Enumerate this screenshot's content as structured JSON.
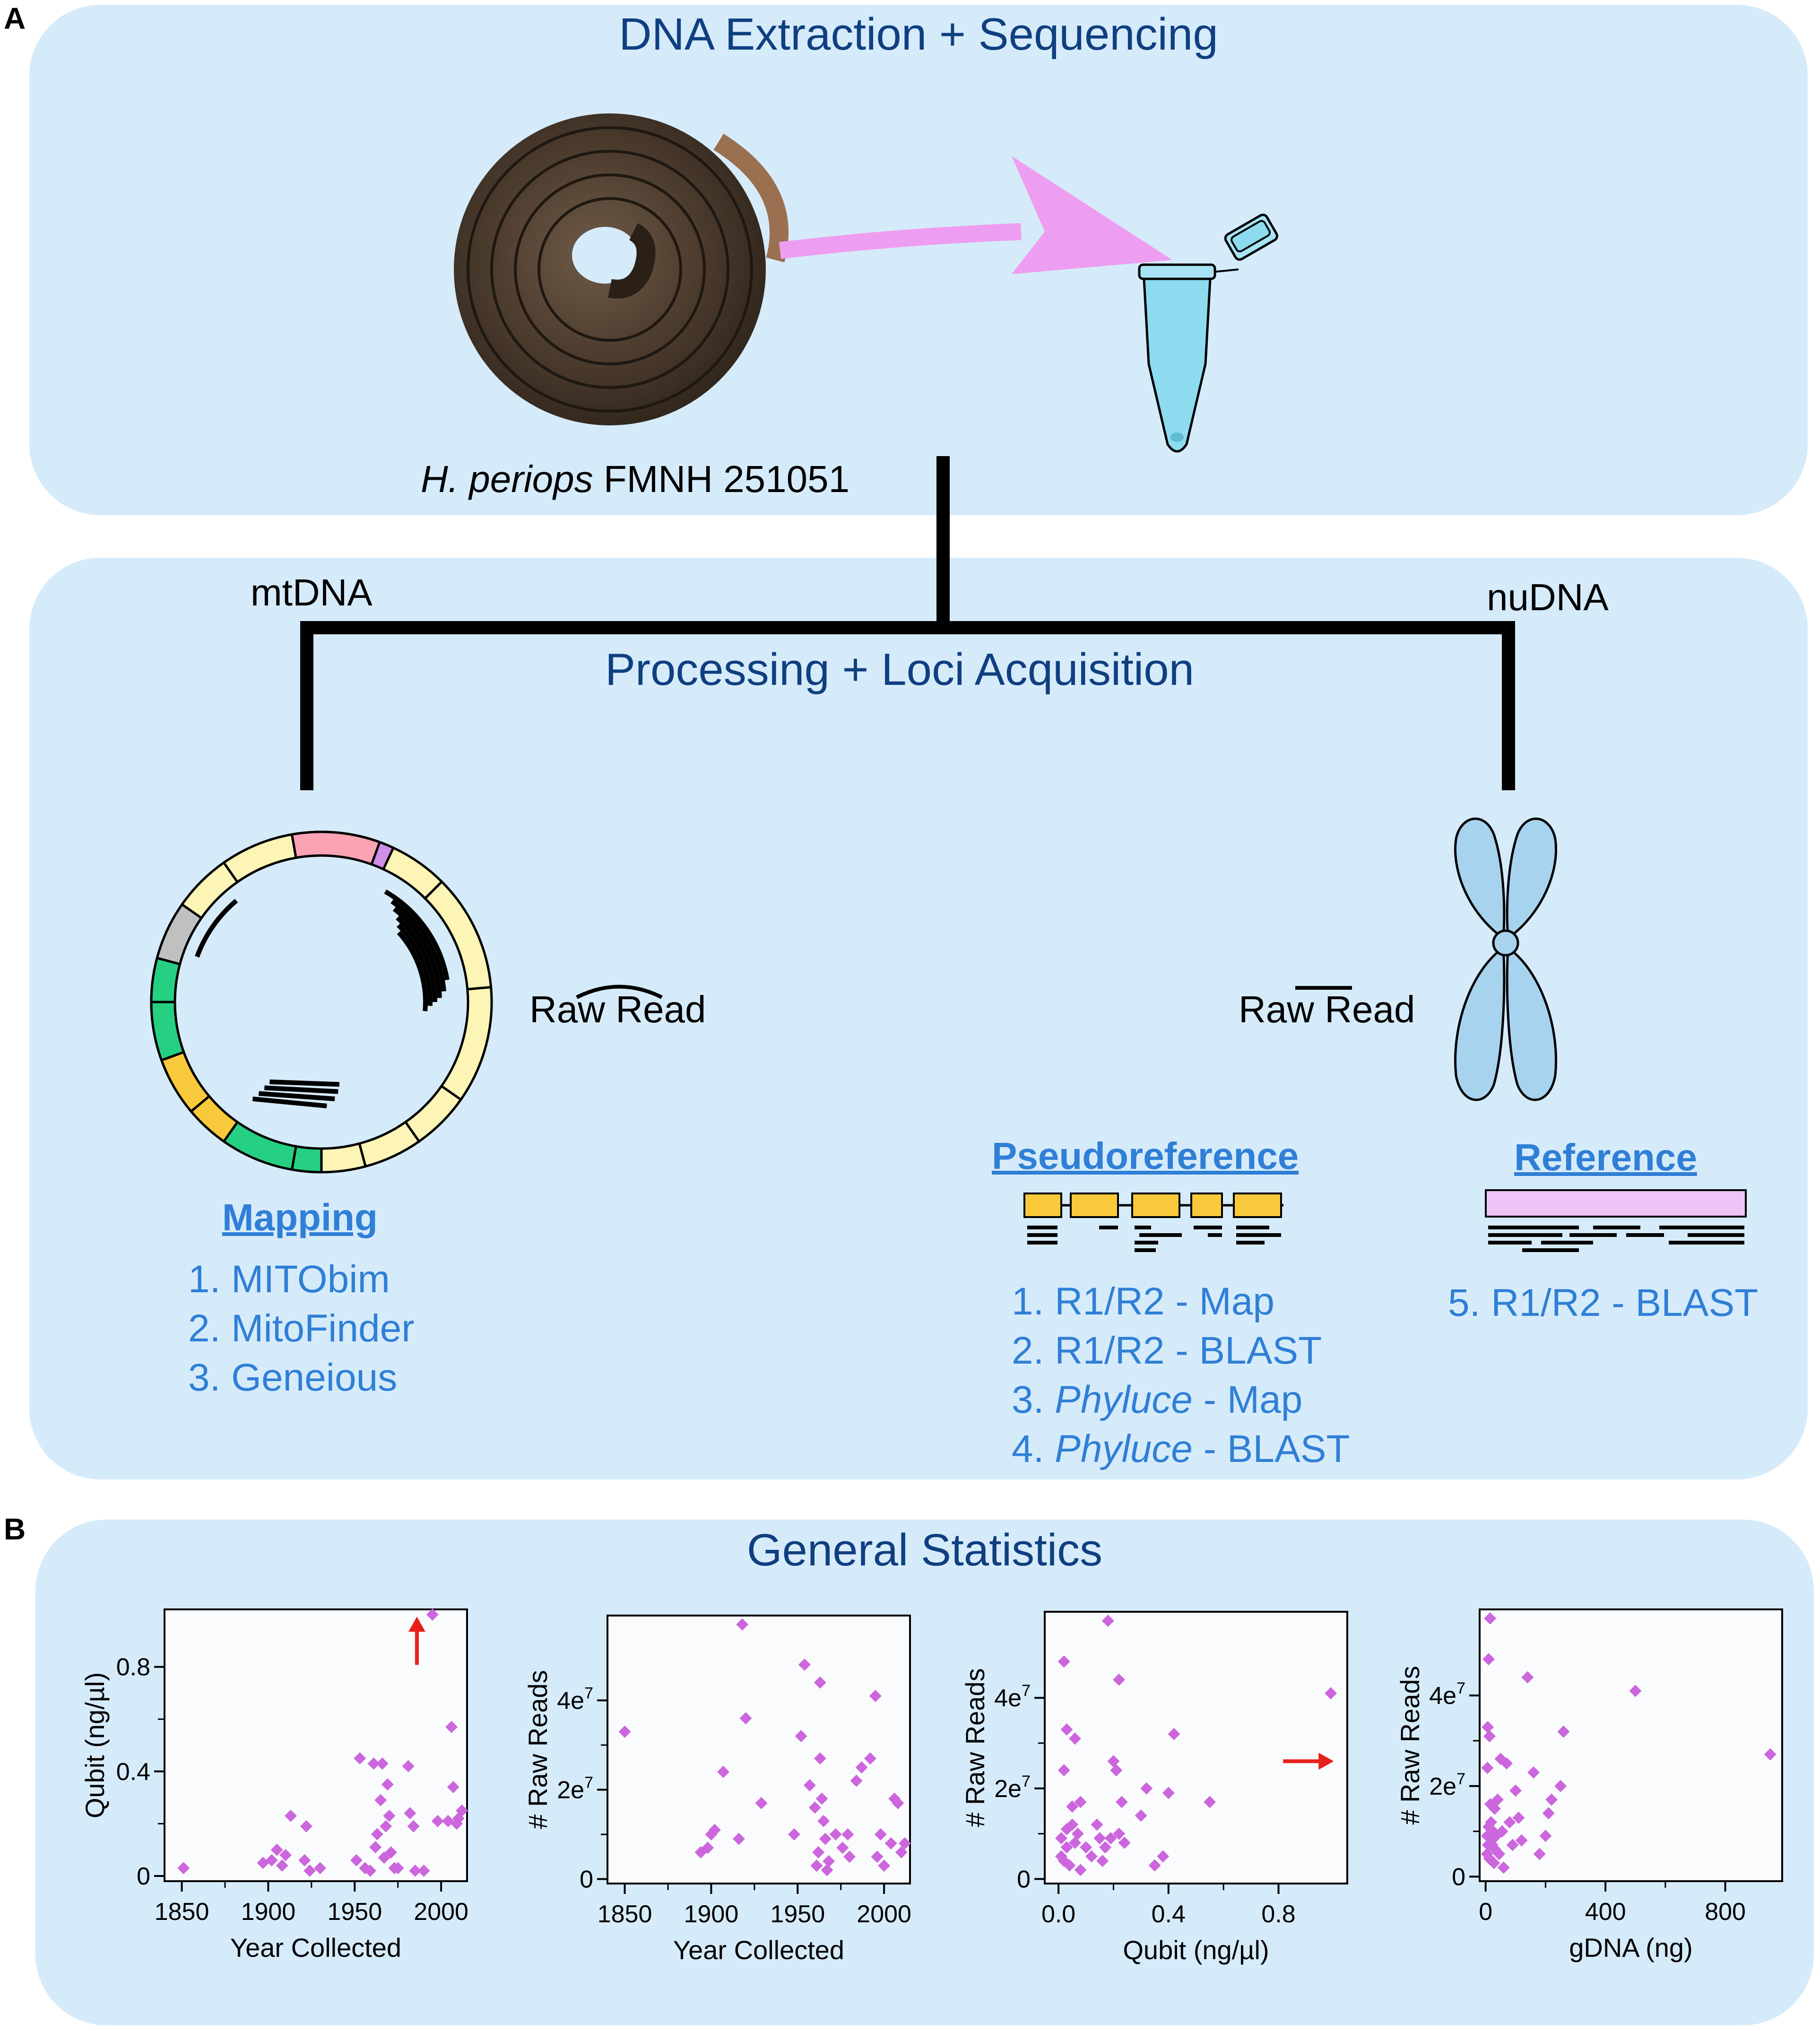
{
  "panel_a": {
    "letter": "A",
    "title_top": "DNA Extraction + Sequencing",
    "specimen_italic": "H. periops",
    "specimen_rest": " FMNH 251051",
    "title_mid": "Processing + Loci Acquisition",
    "mtdna_label": "mtDNA",
    "nudna_label": "nuDNA",
    "raw_read_left": "Raw Read",
    "raw_read_right": "Raw Read",
    "mapping": {
      "header": "Mapping",
      "items": [
        "1. MITObim",
        "2. MitoFinder",
        "3. Geneious"
      ]
    },
    "pseudoreference": {
      "header": "Pseudoreference",
      "items": [
        {
          "num": "1. ",
          "italic": "",
          "rest": "R1/R2 - Map"
        },
        {
          "num": "2. ",
          "italic": "",
          "rest": "R1/R2 - BLAST"
        },
        {
          "num": "3. ",
          "italic": "Phyluce",
          "rest": " - Map"
        },
        {
          "num": "4. ",
          "italic": "Phyluce",
          "rest": " - BLAST"
        }
      ]
    },
    "reference": {
      "header": "Reference",
      "items": [
        "5. R1/R2 - BLAST"
      ]
    },
    "colors": {
      "panel_bg": "#d6ebfa",
      "title": "#0f3f80",
      "method_blue": "#2f7fd6",
      "arrow_pink": "#ee9ef0",
      "chromosome": "#a7d3ef",
      "locus_yellow": "#f8c93b",
      "reference_pink": "#ecc4f5"
    }
  },
  "panel_b": {
    "letter": "B",
    "title": "General Statistics",
    "marker_color": "#cc66dd",
    "arrow_color": "#e8201a"
  },
  "chart_data": [
    {
      "type": "scatter",
      "xlabel": "Year Collected",
      "ylabel": "Qubit (ng/µl)",
      "xlim": [
        1840,
        2015
      ],
      "ylim": [
        -0.02,
        1.02
      ],
      "xticks": [
        1850,
        1900,
        1950,
        2000
      ],
      "xtick_labels": [
        "1850",
        "1900",
        "1950",
        "2000"
      ],
      "yticks": [
        0,
        0.4,
        0.8
      ],
      "ytick_labels": [
        "0",
        "0.4",
        "0.8"
      ],
      "annotation": {
        "type": "arrow",
        "direction": "up",
        "at": [
          1986,
          0.88
        ]
      },
      "points": [
        [
          1851,
          0.03
        ],
        [
          1897,
          0.05
        ],
        [
          1902,
          0.06
        ],
        [
          1905,
          0.1
        ],
        [
          1908,
          0.04
        ],
        [
          1910,
          0.08
        ],
        [
          1913,
          0.23
        ],
        [
          1922,
          0.19
        ],
        [
          1921,
          0.06
        ],
        [
          1924,
          0.02
        ],
        [
          1930,
          0.03
        ],
        [
          1951,
          0.06
        ],
        [
          1953,
          0.45
        ],
        [
          1956,
          0.03
        ],
        [
          1959,
          0.02
        ],
        [
          1961,
          0.43
        ],
        [
          1962,
          0.11
        ],
        [
          1963,
          0.16
        ],
        [
          1965,
          0.29
        ],
        [
          1966,
          0.43
        ],
        [
          1967,
          0.07
        ],
        [
          1968,
          0.19
        ],
        [
          1969,
          0.35
        ],
        [
          1970,
          0.23
        ],
        [
          1971,
          0.09
        ],
        [
          1973,
          0.03
        ],
        [
          1975,
          0.03
        ],
        [
          1981,
          0.42
        ],
        [
          1982,
          0.24
        ],
        [
          1984,
          0.19
        ],
        [
          1985,
          0.02
        ],
        [
          1990,
          0.02
        ],
        [
          1995,
          1.0
        ],
        [
          1998,
          0.21
        ],
        [
          2004,
          0.21
        ],
        [
          2006,
          0.57
        ],
        [
          2007,
          0.34
        ],
        [
          2009,
          0.2
        ],
        [
          2010,
          0.22
        ],
        [
          2012,
          0.25
        ]
      ]
    },
    {
      "type": "scatter",
      "xlabel": "Year Collected",
      "ylabel": "# Raw Reads",
      "xlim": [
        1840,
        2015
      ],
      "ylim": [
        -0.1,
        5.9
      ],
      "xticks": [
        1850,
        1900,
        1950,
        2000
      ],
      "xtick_labels": [
        "1850",
        "1900",
        "1950",
        "2000"
      ],
      "yticks": [
        0,
        2,
        4
      ],
      "ytick_labels": [
        "0",
        "2e7",
        "4e7"
      ],
      "points": [
        [
          1850,
          3.3
        ],
        [
          1894,
          0.6
        ],
        [
          1898,
          0.7
        ],
        [
          1900,
          1.0
        ],
        [
          1902,
          1.1
        ],
        [
          1907,
          2.4
        ],
        [
          1916,
          0.9
        ],
        [
          1918,
          5.7
        ],
        [
          1920,
          3.6
        ],
        [
          1929,
          1.7
        ],
        [
          1948,
          1.0
        ],
        [
          1952,
          3.2
        ],
        [
          1954,
          4.8
        ],
        [
          1957,
          2.1
        ],
        [
          1960,
          1.6
        ],
        [
          1961,
          0.3
        ],
        [
          1962,
          0.6
        ],
        [
          1963,
          4.4
        ],
        [
          1963,
          2.7
        ],
        [
          1964,
          1.8
        ],
        [
          1965,
          1.3
        ],
        [
          1966,
          0.9
        ],
        [
          1967,
          0.2
        ],
        [
          1968,
          0.4
        ],
        [
          1972,
          1.0
        ],
        [
          1976,
          0.7
        ],
        [
          1979,
          1.0
        ],
        [
          1980,
          0.5
        ],
        [
          1984,
          2.2
        ],
        [
          1987,
          2.5
        ],
        [
          1992,
          2.7
        ],
        [
          1995,
          4.1
        ],
        [
          1996,
          0.5
        ],
        [
          1998,
          1.0
        ],
        [
          2000,
          0.3
        ],
        [
          2004,
          0.8
        ],
        [
          2006,
          1.8
        ],
        [
          2008,
          1.7
        ],
        [
          2010,
          0.6
        ],
        [
          2012,
          0.8
        ]
      ]
    },
    {
      "type": "scatter",
      "xlabel": "Qubit (ng/µl)",
      "ylabel": "# Raw Reads",
      "xlim": [
        -0.05,
        1.05
      ],
      "ylim": [
        -0.1,
        5.9
      ],
      "xticks": [
        0.0,
        0.4,
        0.8
      ],
      "xtick_labels": [
        "0.0",
        "0.4",
        "0.8"
      ],
      "yticks": [
        0,
        2,
        4
      ],
      "ytick_labels": [
        "0",
        "2e7",
        "4e7"
      ],
      "annotation": {
        "type": "arrow",
        "direction": "right",
        "at": [
          0.98,
          2.6
        ]
      },
      "points": [
        [
          0.01,
          0.5
        ],
        [
          0.01,
          0.9
        ],
        [
          0.02,
          2.4
        ],
        [
          0.02,
          4.8
        ],
        [
          0.02,
          0.4
        ],
        [
          0.03,
          3.3
        ],
        [
          0.03,
          1.1
        ],
        [
          0.03,
          0.7
        ],
        [
          0.04,
          0.3
        ],
        [
          0.05,
          1.6
        ],
        [
          0.05,
          1.2
        ],
        [
          0.06,
          3.1
        ],
        [
          0.06,
          0.8
        ],
        [
          0.07,
          1.0
        ],
        [
          0.08,
          0.2
        ],
        [
          0.08,
          1.7
        ],
        [
          0.1,
          0.7
        ],
        [
          0.12,
          0.5
        ],
        [
          0.14,
          1.2
        ],
        [
          0.15,
          0.9
        ],
        [
          0.16,
          0.4
        ],
        [
          0.17,
          0.7
        ],
        [
          0.18,
          5.7
        ],
        [
          0.19,
          0.9
        ],
        [
          0.2,
          2.6
        ],
        [
          0.21,
          2.4
        ],
        [
          0.22,
          1.0
        ],
        [
          0.22,
          4.4
        ],
        [
          0.23,
          1.7
        ],
        [
          0.24,
          0.8
        ],
        [
          0.3,
          1.4
        ],
        [
          0.32,
          2.0
        ],
        [
          0.35,
          0.3
        ],
        [
          0.38,
          0.5
        ],
        [
          0.4,
          1.9
        ],
        [
          0.42,
          3.2
        ],
        [
          0.55,
          1.7
        ],
        [
          0.99,
          4.1
        ]
      ]
    },
    {
      "type": "scatter",
      "xlabel": "gDNA (ng)",
      "ylabel": "# Raw Reads",
      "xlim": [
        -20,
        990
      ],
      "ylim": [
        -0.1,
        5.9
      ],
      "xticks": [
        0,
        400,
        800
      ],
      "xtick_labels": [
        "0",
        "400",
        "800"
      ],
      "yticks": [
        0,
        2,
        4
      ],
      "ytick_labels": [
        "0",
        "2e7",
        "4e7"
      ],
      "points": [
        [
          5,
          0.5
        ],
        [
          5,
          0.9
        ],
        [
          6,
          2.4
        ],
        [
          7,
          3.3
        ],
        [
          8,
          0.7
        ],
        [
          10,
          4.8
        ],
        [
          10,
          1.1
        ],
        [
          12,
          0.4
        ],
        [
          13,
          3.1
        ],
        [
          15,
          5.7
        ],
        [
          16,
          1.6
        ],
        [
          18,
          1.2
        ],
        [
          20,
          0.8
        ],
        [
          22,
          0.7
        ],
        [
          25,
          1.0
        ],
        [
          28,
          0.3
        ],
        [
          30,
          1.5
        ],
        [
          32,
          0.6
        ],
        [
          35,
          0.9
        ],
        [
          40,
          1.7
        ],
        [
          45,
          0.5
        ],
        [
          50,
          2.6
        ],
        [
          55,
          1.0
        ],
        [
          60,
          0.2
        ],
        [
          70,
          2.5
        ],
        [
          80,
          1.2
        ],
        [
          90,
          0.7
        ],
        [
          100,
          1.9
        ],
        [
          110,
          1.3
        ],
        [
          120,
          0.8
        ],
        [
          140,
          4.4
        ],
        [
          160,
          2.3
        ],
        [
          180,
          0.5
        ],
        [
          200,
          0.9
        ],
        [
          210,
          1.4
        ],
        [
          220,
          1.7
        ],
        [
          250,
          2.0
        ],
        [
          260,
          3.2
        ],
        [
          500,
          4.1
        ],
        [
          950,
          2.7
        ]
      ]
    }
  ]
}
